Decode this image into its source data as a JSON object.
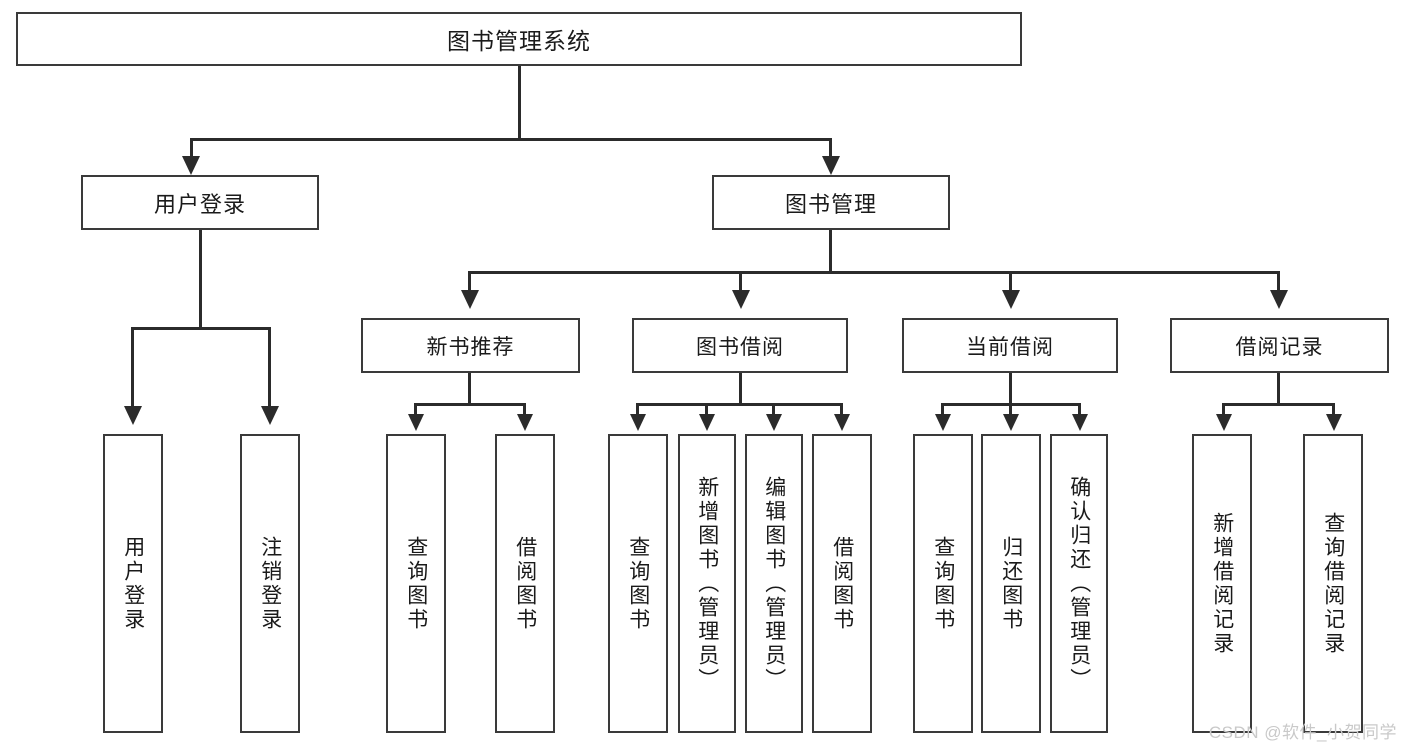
{
  "diagram": {
    "type": "tree",
    "title": "图书管理系统",
    "watermark": "CSDN @软件_小贺同学",
    "colors": {
      "box_border": "#3a3a3a",
      "connector": "#2b2b2b",
      "text": "#1a1a1a",
      "background": "#ffffff",
      "watermark": "#c9c9c9"
    },
    "root": {
      "label": "图书管理系统"
    },
    "level1": [
      {
        "label": "用户登录"
      },
      {
        "label": "图书管理"
      }
    ],
    "level2": [
      {
        "label": "新书推荐"
      },
      {
        "label": "图书借阅"
      },
      {
        "label": "当前借阅"
      },
      {
        "label": "借阅记录"
      }
    ],
    "leaves": {
      "user_login": [
        {
          "label": "用户登录"
        },
        {
          "label": "注销登录"
        }
      ],
      "new_book_recommend": [
        {
          "label": "查询图书"
        },
        {
          "label": "借阅图书"
        }
      ],
      "book_borrow": [
        {
          "label": "查询图书"
        },
        {
          "label": "新增图书（管理员）"
        },
        {
          "label": "编辑图书（管理员）"
        },
        {
          "label": "借阅图书"
        }
      ],
      "current_borrow": [
        {
          "label": "查询图书"
        },
        {
          "label": "归还图书"
        },
        {
          "label": "确认归还（管理员）"
        }
      ],
      "borrow_record": [
        {
          "label": "新增借阅记录"
        },
        {
          "label": "查询借阅记录"
        }
      ]
    }
  }
}
